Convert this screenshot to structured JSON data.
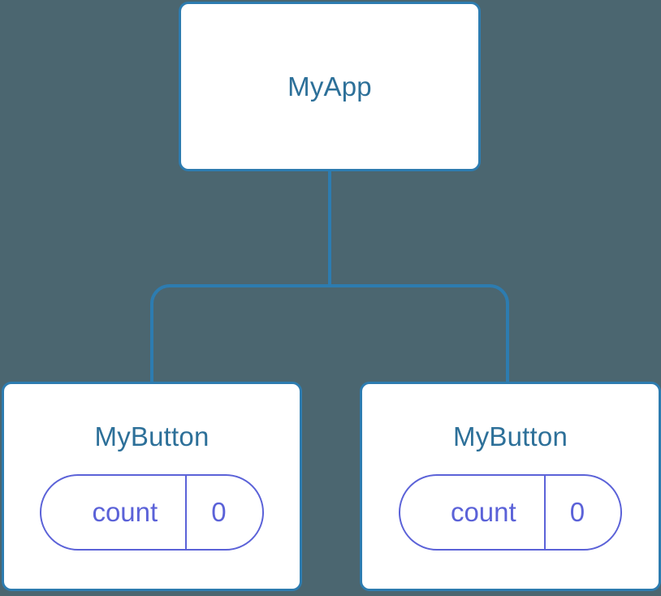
{
  "diagram": {
    "type": "component-tree",
    "background_color": "#4b6670",
    "connector_color": "#2d7cb0",
    "card_border_color": "#2d7cb0",
    "card_fill_color": "#ffffff",
    "title_color": "#2d7099",
    "state_color": "#5b62d8",
    "root": {
      "title": "MyApp"
    },
    "children": [
      {
        "title": "MyButton",
        "state": {
          "key": "count",
          "value": "0"
        }
      },
      {
        "title": "MyButton",
        "state": {
          "key": "count",
          "value": "0"
        }
      }
    ]
  }
}
